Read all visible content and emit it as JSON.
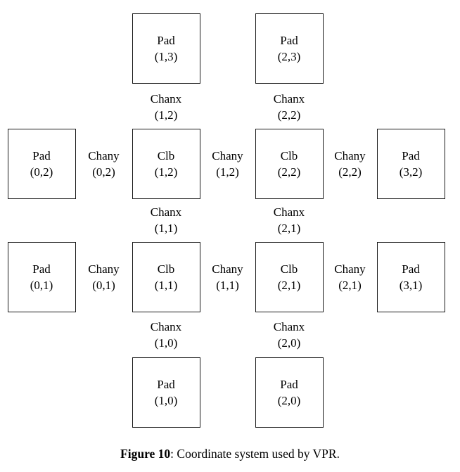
{
  "figure": {
    "caption_label": "Figure 10",
    "caption_text": ": Coordinate system used by VPR."
  },
  "diagram": {
    "background": "#ffffff",
    "border_color": "#1a1a1a"
  },
  "cells": [
    {
      "kind": "block",
      "name": "Pad",
      "coord": "(1,3)",
      "row": 1,
      "col": 3
    },
    {
      "kind": "block",
      "name": "Pad",
      "coord": "(2,3)",
      "row": 1,
      "col": 5
    },
    {
      "kind": "channel",
      "name": "Chanx",
      "coord": "(1,2)",
      "row": 2,
      "col": 3
    },
    {
      "kind": "channel",
      "name": "Chanx",
      "coord": "(2,2)",
      "row": 2,
      "col": 5
    },
    {
      "kind": "block",
      "name": "Pad",
      "coord": "(0,2)",
      "row": 3,
      "col": 1
    },
    {
      "kind": "channel",
      "name": "Chany",
      "coord": "(0,2)",
      "row": 3,
      "col": 2
    },
    {
      "kind": "block",
      "name": "Clb",
      "coord": "(1,2)",
      "row": 3,
      "col": 3
    },
    {
      "kind": "channel",
      "name": "Chany",
      "coord": "(1,2)",
      "row": 3,
      "col": 4
    },
    {
      "kind": "block",
      "name": "Clb",
      "coord": "(2,2)",
      "row": 3,
      "col": 5
    },
    {
      "kind": "channel",
      "name": "Chany",
      "coord": "(2,2)",
      "row": 3,
      "col": 6
    },
    {
      "kind": "block",
      "name": "Pad",
      "coord": "(3,2)",
      "row": 3,
      "col": 7
    },
    {
      "kind": "channel",
      "name": "Chanx",
      "coord": "(1,1)",
      "row": 4,
      "col": 3
    },
    {
      "kind": "channel",
      "name": "Chanx",
      "coord": "(2,1)",
      "row": 4,
      "col": 5
    },
    {
      "kind": "block",
      "name": "Pad",
      "coord": "(0,1)",
      "row": 5,
      "col": 1
    },
    {
      "kind": "channel",
      "name": "Chany",
      "coord": "(0,1)",
      "row": 5,
      "col": 2
    },
    {
      "kind": "block",
      "name": "Clb",
      "coord": "(1,1)",
      "row": 5,
      "col": 3
    },
    {
      "kind": "channel",
      "name": "Chany",
      "coord": "(1,1)",
      "row": 5,
      "col": 4
    },
    {
      "kind": "block",
      "name": "Clb",
      "coord": "(2,1)",
      "row": 5,
      "col": 5
    },
    {
      "kind": "channel",
      "name": "Chany",
      "coord": "(2,1)",
      "row": 5,
      "col": 6
    },
    {
      "kind": "block",
      "name": "Pad",
      "coord": "(3,1)",
      "row": 5,
      "col": 7
    },
    {
      "kind": "channel",
      "name": "Chanx",
      "coord": "(1,0)",
      "row": 6,
      "col": 3
    },
    {
      "kind": "channel",
      "name": "Chanx",
      "coord": "(2,0)",
      "row": 6,
      "col": 5
    },
    {
      "kind": "block",
      "name": "Pad",
      "coord": "(1,0)",
      "row": 7,
      "col": 3
    },
    {
      "kind": "block",
      "name": "Pad",
      "coord": "(2,0)",
      "row": 7,
      "col": 5
    }
  ]
}
